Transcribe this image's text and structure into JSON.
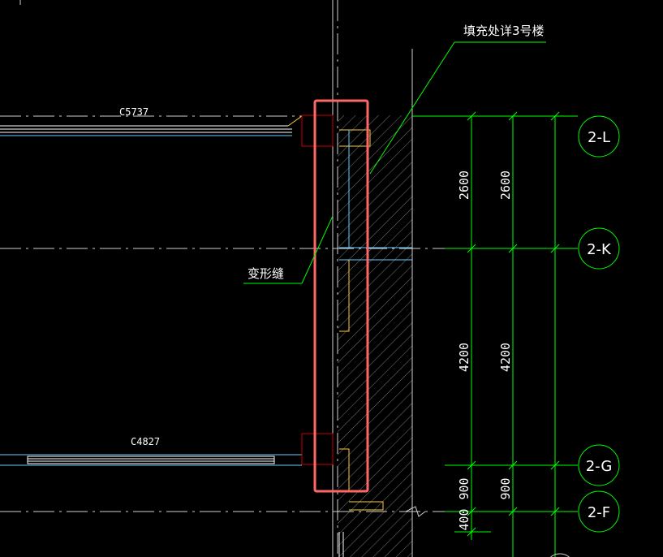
{
  "callouts": {
    "top": "填充处详3号楼",
    "joint": "变形缝"
  },
  "windows": {
    "upper": "C5737",
    "lower": "C4827"
  },
  "axes": [
    "2-L",
    "2-K",
    "2-G",
    "2-F"
  ],
  "dimensions": {
    "col1": [
      "2600",
      "4200",
      "900",
      "400"
    ],
    "col2": [
      "2600",
      "4200",
      "900"
    ]
  },
  "colors": {
    "background": "#000000",
    "dimension": "#00ff00",
    "highlight": "#ff6666",
    "wall": "#ffcc33",
    "glazing": "#66ccff",
    "column": "#cc0000",
    "hatch": "#777777"
  }
}
